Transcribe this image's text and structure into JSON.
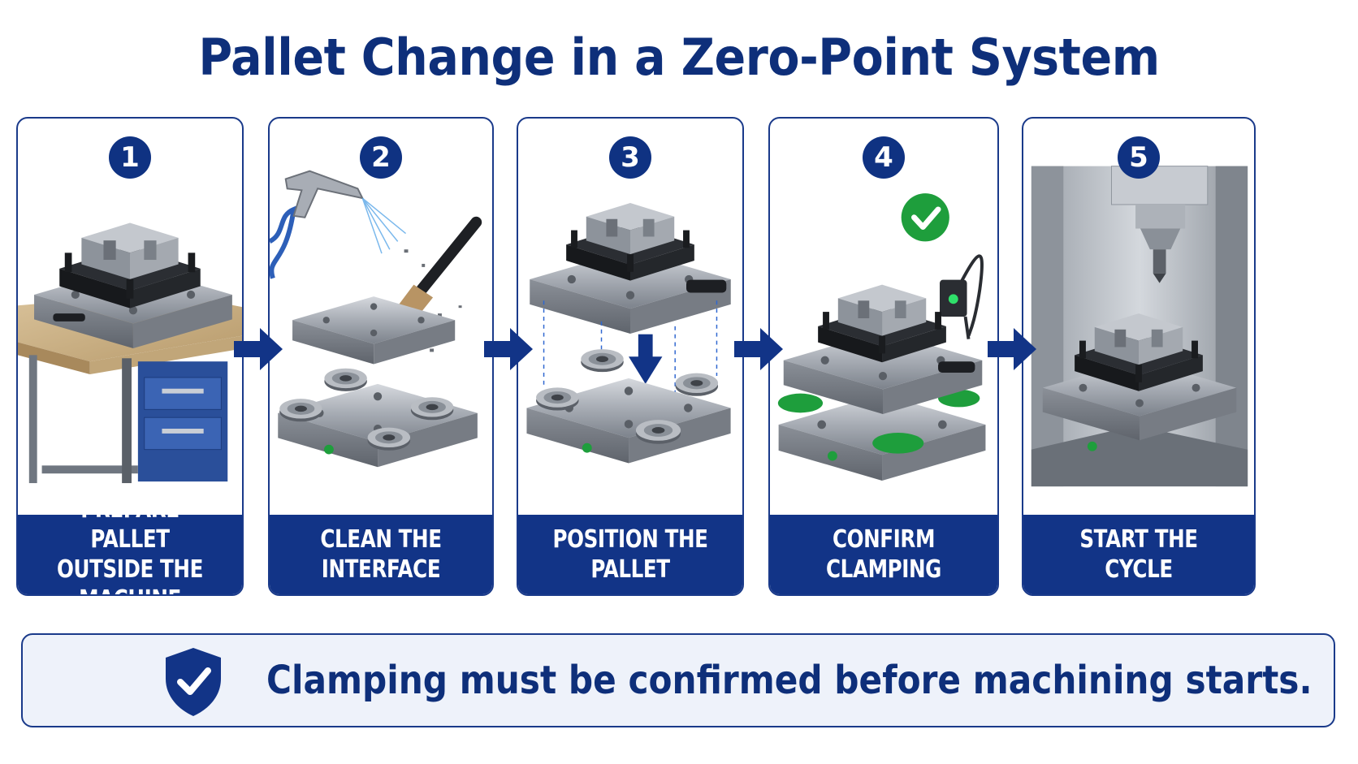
{
  "title": "Pallet Change in a Zero-Point System",
  "steps": [
    {
      "number": "1",
      "label": "PREPARE PALLET\nOUTSIDE THE MACHINE",
      "icon": "pallet-on-workbench"
    },
    {
      "number": "2",
      "label": "CLEAN THE INTERFACE",
      "icon": "air-gun-and-brush"
    },
    {
      "number": "3",
      "label": "POSITION THE PALLET",
      "icon": "pallet-lowering"
    },
    {
      "number": "4",
      "label": "CONFIRM CLAMPING",
      "icon": "clamp-sensor-check"
    },
    {
      "number": "5",
      "label": "START THE CYCLE",
      "icon": "machine-spindle"
    }
  ],
  "note": {
    "icon": "shield-check-icon",
    "text": "Clamping must be confirmed before machining starts."
  },
  "colors": {
    "primary": "#123487",
    "title": "#0e2f7a",
    "check": "#1e9e3c",
    "note_bg": "#eef2fa"
  }
}
